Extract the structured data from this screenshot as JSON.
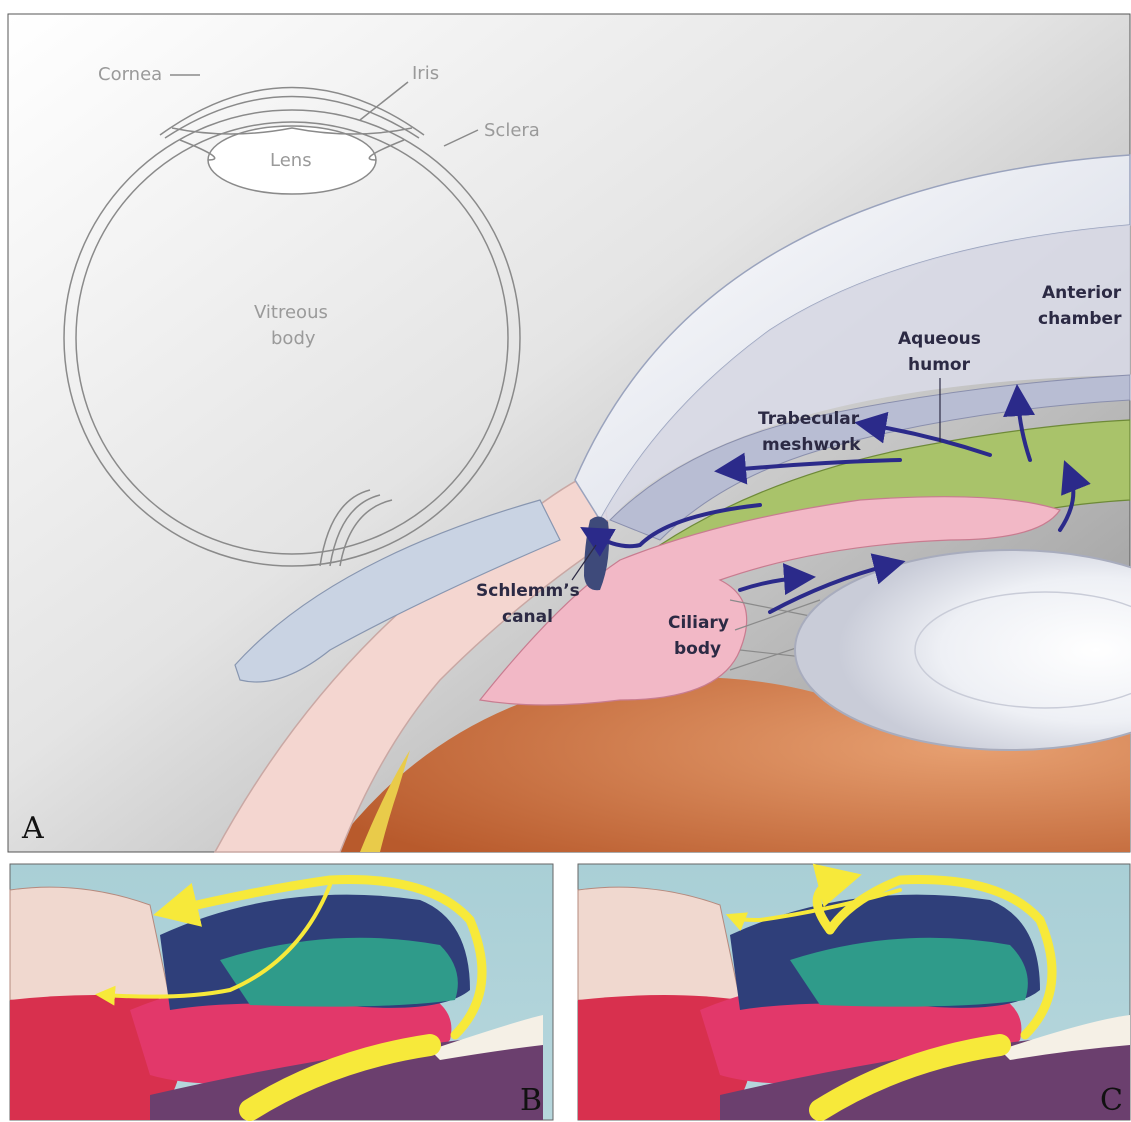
{
  "panels": {
    "a": {
      "letter": "A",
      "inset_labels": {
        "cornea": "Cornea",
        "iris": "Iris",
        "sclera": "Sclera",
        "lens": "Lens",
        "vitreous_line1": "Vitreous",
        "vitreous_line2": "body"
      },
      "anatomy_labels": {
        "anterior_line1": "Anterior",
        "anterior_line2": "chamber",
        "aqueous_line1": "Aqueous",
        "aqueous_line2": "humor",
        "trabecular_line1": "Trabecular",
        "trabecular_line2": "meshwork",
        "schlemm_line1": "Schlemm’s",
        "schlemm_line2": "canal",
        "ciliary_line1": "Ciliary",
        "ciliary_line2": "body"
      }
    },
    "b": {
      "letter": "B"
    },
    "c": {
      "letter": "C"
    }
  },
  "colors": {
    "flow_arrow_a": "#2b2a8a",
    "flow_arrow_bc": "#f7e93a",
    "lens_tissue": "#f0f0f4",
    "ciliary_tissue": "#f2b8c6",
    "muscle_green": "#a9c36a",
    "choroid": "#d07a4a"
  }
}
